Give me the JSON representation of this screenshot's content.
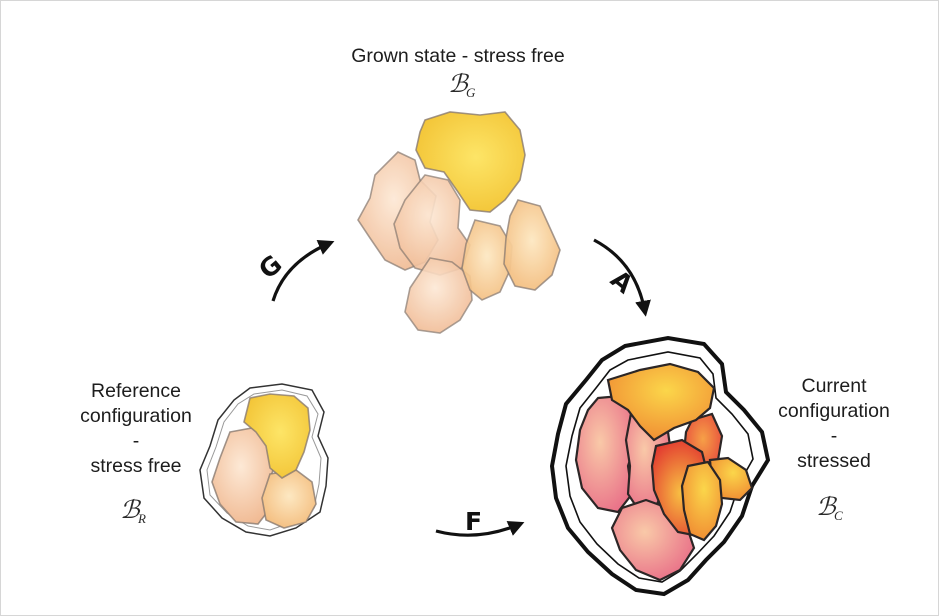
{
  "grown": {
    "title": "Grown state - stress free",
    "symbol": "ℬ",
    "subscript": "G"
  },
  "reference": {
    "line1": "Reference",
    "line2": "configuration",
    "line3": "-",
    "line4": "stress free",
    "symbol": "ℬ",
    "subscript": "R"
  },
  "current": {
    "line1": "Current",
    "line2": "configuration",
    "line3": "-",
    "line4": "stressed",
    "symbol": "ℬ",
    "subscript": "C"
  },
  "arrows": {
    "growth": "G",
    "elastic": "A",
    "deformation": "F"
  },
  "colors": {
    "yellow": "#f6cf3a",
    "peach": "#f4c39c",
    "orange": "#f39a3a",
    "red": "#e8413c",
    "pink": "#ee8f96",
    "outline": "#222222"
  }
}
